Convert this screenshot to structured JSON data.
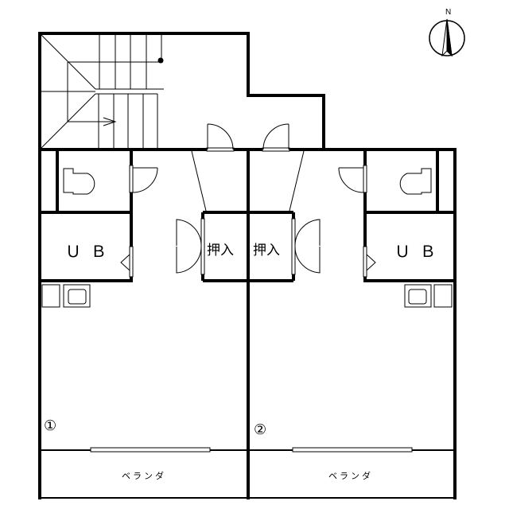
{
  "plan": {
    "north_label": "N",
    "units": [
      {
        "number": "①",
        "bath_label": "ＵＢ",
        "closet_label": "押入",
        "veranda_label": "ベランダ"
      },
      {
        "number": "②",
        "bath_label": "ＵＢ",
        "closet_label": "押入",
        "veranda_label": "ベランダ"
      }
    ]
  },
  "colors": {
    "line": "#000000",
    "background": "#ffffff"
  }
}
